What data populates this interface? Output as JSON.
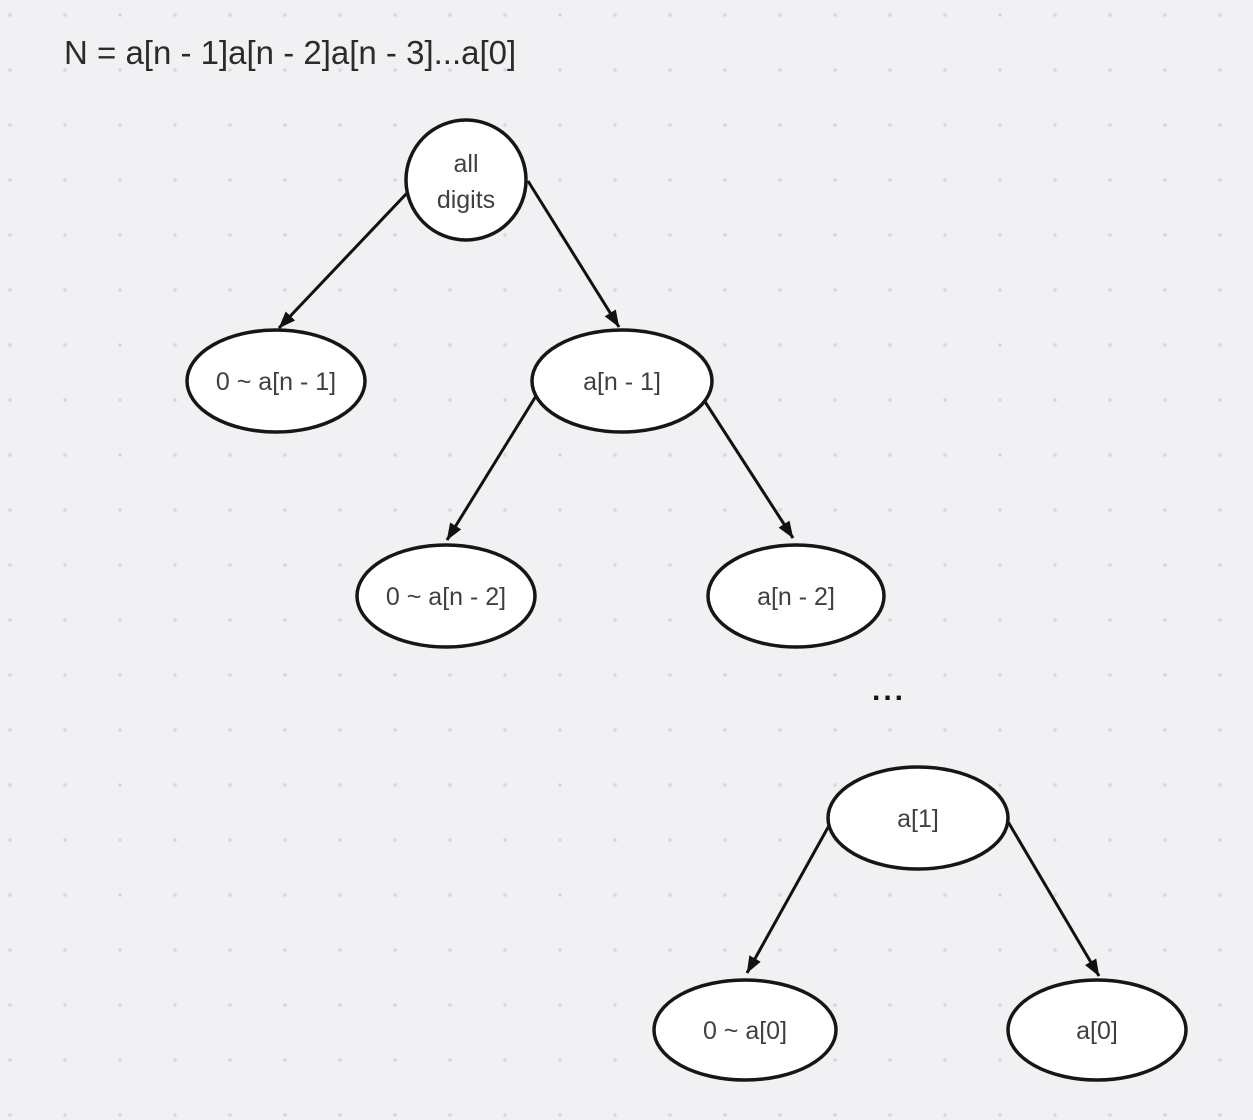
{
  "formula": "N = a[n - 1]a[n - 2]a[n - 3]...a[0]",
  "ellipsis": "...",
  "colors": {
    "background": "#f1f1f4",
    "grid_dot": "#d9d9dd",
    "node_fill": "#ffffff",
    "node_stroke": "#161616",
    "edge": "#111111",
    "node_text": "#404040",
    "formula_text": "#2b2b2b"
  },
  "tree": {
    "root_line1": "all",
    "root_line2": "digits",
    "l1_left": "0 ~ a[n - 1]",
    "l1_right": "a[n - 1]",
    "l2_left": "0 ~ a[n - 2]",
    "l2_right": "a[n - 2]",
    "l3_parent": "a[1]",
    "l3_left": "0 ~ a[0]",
    "l3_right": "a[0]"
  }
}
